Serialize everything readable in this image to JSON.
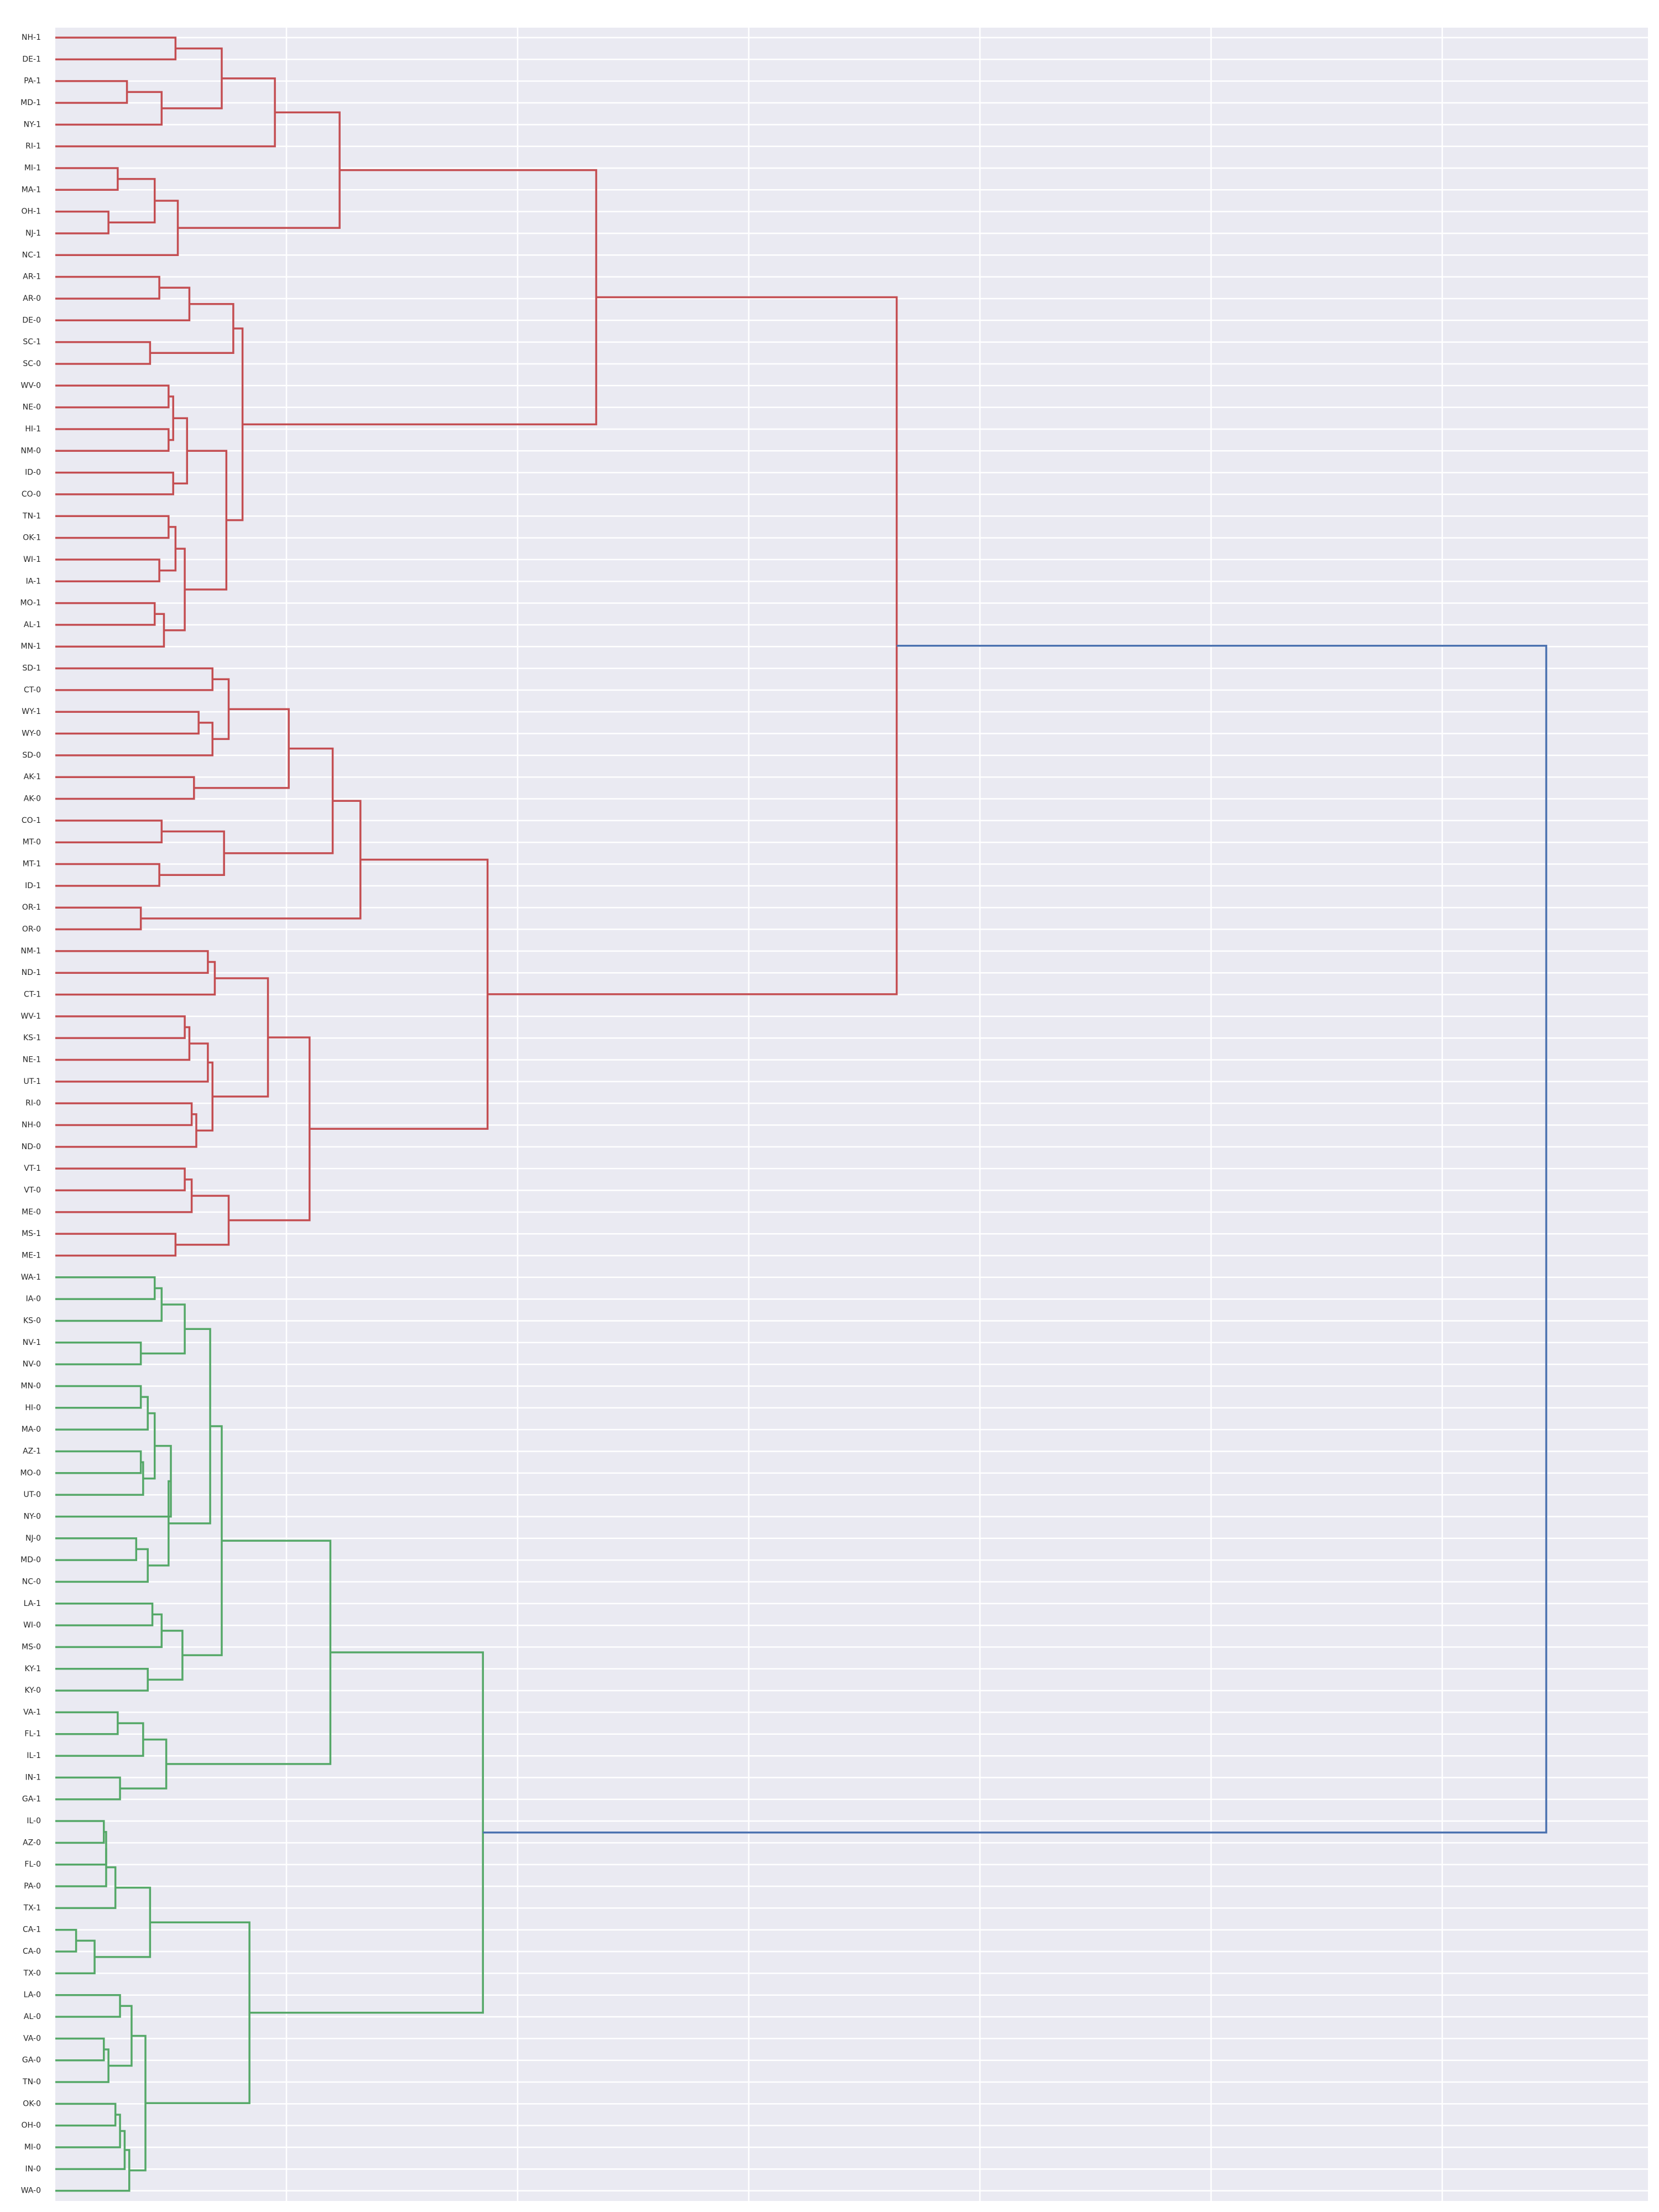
{
  "chart_data": {
    "type": "dendrogram",
    "orientation": "left",
    "title": "",
    "xlabel": "",
    "ylabel": "",
    "grid": true,
    "style": "seaborn-darkgrid",
    "colors": {
      "cluster_1": "#c44e52",
      "cluster_2": "#55a868",
      "root": "#4c72b0",
      "background": "#eaeaf2",
      "grid": "#ffffff"
    },
    "xlim": [
      0,
      6.9
    ],
    "labels": [
      "NH-1",
      "DE-1",
      "PA-1",
      "MD-1",
      "NY-1",
      "RI-1",
      "MI-1",
      "MA-1",
      "OH-1",
      "NJ-1",
      "NC-1",
      "AR-1",
      "AR-0",
      "DE-0",
      "SC-1",
      "SC-0",
      "WV-0",
      "NE-0",
      "HI-1",
      "NM-0",
      "ID-0",
      "CO-0",
      "TN-1",
      "OK-1",
      "WI-1",
      "IA-1",
      "MO-1",
      "AL-1",
      "MN-1",
      "SD-1",
      "CT-0",
      "WY-1",
      "WY-0",
      "SD-0",
      "AK-1",
      "AK-0",
      "CO-1",
      "MT-0",
      "MT-1",
      "ID-1",
      "OR-1",
      "OR-0",
      "NM-1",
      "ND-1",
      "CT-1",
      "WV-1",
      "KS-1",
      "NE-1",
      "UT-1",
      "RI-0",
      "NH-0",
      "ND-0",
      "VT-1",
      "VT-0",
      "ME-0",
      "MS-1",
      "ME-1",
      "WA-1",
      "IA-0",
      "KS-0",
      "NV-1",
      "NV-0",
      "MN-0",
      "HI-0",
      "MA-0",
      "AZ-1",
      "MO-0",
      "UT-0",
      "NY-0",
      "NJ-0",
      "MD-0",
      "NC-0",
      "LA-1",
      "WI-0",
      "MS-0",
      "KY-1",
      "KY-0",
      "VA-1",
      "FL-1",
      "IL-1",
      "IN-1",
      "GA-1",
      "IL-0",
      "AZ-0",
      "FL-0",
      "PA-0",
      "TX-1",
      "CA-1",
      "CA-0",
      "TX-0",
      "LA-0",
      "AL-0",
      "VA-0",
      "GA-0",
      "TN-0",
      "OK-0",
      "OH-0",
      "MI-0",
      "IN-0",
      "WA-0"
    ],
    "linkage": [
      {
        "id": "n1",
        "left": "NH-1",
        "right": "DE-1",
        "height": 0.52,
        "color": "cluster_1"
      },
      {
        "id": "n2",
        "left": "PA-1",
        "right": "MD-1",
        "height": 0.31,
        "color": "cluster_1"
      },
      {
        "id": "n3",
        "left": "n2",
        "right": "NY-1",
        "height": 0.46,
        "color": "cluster_1"
      },
      {
        "id": "n4",
        "left": "n1",
        "right": "n3",
        "height": 0.72,
        "color": "cluster_1"
      },
      {
        "id": "n5",
        "left": "n4",
        "right": "RI-1",
        "height": 0.95,
        "color": "cluster_1"
      },
      {
        "id": "n6",
        "left": "MI-1",
        "right": "MA-1",
        "height": 0.27,
        "color": "cluster_1"
      },
      {
        "id": "n7",
        "left": "OH-1",
        "right": "NJ-1",
        "height": 0.23,
        "color": "cluster_1"
      },
      {
        "id": "n8",
        "left": "n6",
        "right": "n7",
        "height": 0.43,
        "color": "cluster_1"
      },
      {
        "id": "n9",
        "left": "n8",
        "right": "NC-1",
        "height": 0.53,
        "color": "cluster_1"
      },
      {
        "id": "n10",
        "left": "n5",
        "right": "n9",
        "height": 1.23,
        "color": "cluster_1"
      },
      {
        "id": "n11",
        "left": "AR-1",
        "right": "AR-0",
        "height": 0.45,
        "color": "cluster_1"
      },
      {
        "id": "n12",
        "left": "n11",
        "right": "DE-0",
        "height": 0.58,
        "color": "cluster_1"
      },
      {
        "id": "n13",
        "left": "SC-1",
        "right": "SC-0",
        "height": 0.41,
        "color": "cluster_1"
      },
      {
        "id": "n14",
        "left": "n12",
        "right": "n13",
        "height": 0.77,
        "color": "cluster_1"
      },
      {
        "id": "n15",
        "left": "WV-0",
        "right": "NE-0",
        "height": 0.49,
        "color": "cluster_1"
      },
      {
        "id": "n16",
        "left": "HI-1",
        "right": "NM-0",
        "height": 0.49,
        "color": "cluster_1"
      },
      {
        "id": "n17",
        "left": "n15",
        "right": "n16",
        "height": 0.51,
        "color": "cluster_1"
      },
      {
        "id": "n18",
        "left": "ID-0",
        "right": "CO-0",
        "height": 0.51,
        "color": "cluster_1"
      },
      {
        "id": "n19",
        "left": "n17",
        "right": "n18",
        "height": 0.57,
        "color": "cluster_1"
      },
      {
        "id": "n20",
        "left": "TN-1",
        "right": "OK-1",
        "height": 0.49,
        "color": "cluster_1"
      },
      {
        "id": "n21",
        "left": "WI-1",
        "right": "IA-1",
        "height": 0.45,
        "color": "cluster_1"
      },
      {
        "id": "n22",
        "left": "n20",
        "right": "n21",
        "height": 0.52,
        "color": "cluster_1"
      },
      {
        "id": "n23",
        "left": "MO-1",
        "right": "AL-1",
        "height": 0.43,
        "color": "cluster_1"
      },
      {
        "id": "n24",
        "left": "n23",
        "right": "MN-1",
        "height": 0.47,
        "color": "cluster_1"
      },
      {
        "id": "n25",
        "left": "n22",
        "right": "n24",
        "height": 0.56,
        "color": "cluster_1"
      },
      {
        "id": "n26",
        "left": "n19",
        "right": "n25",
        "height": 0.74,
        "color": "cluster_1"
      },
      {
        "id": "n27",
        "left": "n14",
        "right": "n26",
        "height": 0.81,
        "color": "cluster_1"
      },
      {
        "id": "n28",
        "left": "n10",
        "right": "n27",
        "height": 2.34,
        "color": "cluster_1"
      },
      {
        "id": "n29",
        "left": "SD-1",
        "right": "CT-0",
        "height": 0.68,
        "color": "cluster_1"
      },
      {
        "id": "n30",
        "left": "WY-1",
        "right": "WY-0",
        "height": 0.62,
        "color": "cluster_1"
      },
      {
        "id": "n31",
        "left": "n30",
        "right": "SD-0",
        "height": 0.68,
        "color": "cluster_1"
      },
      {
        "id": "n32",
        "left": "n29",
        "right": "n31",
        "height": 0.75,
        "color": "cluster_1"
      },
      {
        "id": "n33",
        "left": "AK-1",
        "right": "AK-0",
        "height": 0.6,
        "color": "cluster_1"
      },
      {
        "id": "n34",
        "left": "n32",
        "right": "n33",
        "height": 1.01,
        "color": "cluster_1"
      },
      {
        "id": "n35",
        "left": "CO-1",
        "right": "MT-0",
        "height": 0.46,
        "color": "cluster_1"
      },
      {
        "id": "n36",
        "left": "MT-1",
        "right": "ID-1",
        "height": 0.45,
        "color": "cluster_1"
      },
      {
        "id": "n37",
        "left": "n35",
        "right": "n36",
        "height": 0.73,
        "color": "cluster_1"
      },
      {
        "id": "n38",
        "left": "n34",
        "right": "n37",
        "height": 1.2,
        "color": "cluster_1"
      },
      {
        "id": "n39",
        "left": "OR-1",
        "right": "OR-0",
        "height": 0.37,
        "color": "cluster_1"
      },
      {
        "id": "n40",
        "left": "n38",
        "right": "n39",
        "height": 1.32,
        "color": "cluster_1"
      },
      {
        "id": "n41",
        "left": "NM-1",
        "right": "ND-1",
        "height": 0.66,
        "color": "cluster_1"
      },
      {
        "id": "n42",
        "left": "n41",
        "right": "CT-1",
        "height": 0.69,
        "color": "cluster_1"
      },
      {
        "id": "n43",
        "left": "WV-1",
        "right": "KS-1",
        "height": 0.56,
        "color": "cluster_1"
      },
      {
        "id": "n44",
        "left": "n43",
        "right": "NE-1",
        "height": 0.58,
        "color": "cluster_1"
      },
      {
        "id": "n45",
        "left": "n44",
        "right": "UT-1",
        "height": 0.66,
        "color": "cluster_1"
      },
      {
        "id": "n46",
        "left": "RI-0",
        "right": "NH-0",
        "height": 0.59,
        "color": "cluster_1"
      },
      {
        "id": "n47",
        "left": "n46",
        "right": "ND-0",
        "height": 0.61,
        "color": "cluster_1"
      },
      {
        "id": "n48",
        "left": "n45",
        "right": "n47",
        "height": 0.68,
        "color": "cluster_1"
      },
      {
        "id": "n49",
        "left": "n42",
        "right": "n48",
        "height": 0.92,
        "color": "cluster_1"
      },
      {
        "id": "n50",
        "left": "VT-1",
        "right": "VT-0",
        "height": 0.56,
        "color": "cluster_1"
      },
      {
        "id": "n51",
        "left": "n50",
        "right": "ME-0",
        "height": 0.59,
        "color": "cluster_1"
      },
      {
        "id": "n52",
        "left": "MS-1",
        "right": "ME-1",
        "height": 0.52,
        "color": "cluster_1"
      },
      {
        "id": "n53",
        "left": "n51",
        "right": "n52",
        "height": 0.75,
        "color": "cluster_1"
      },
      {
        "id": "n54",
        "left": "n49",
        "right": "n53",
        "height": 1.1,
        "color": "cluster_1"
      },
      {
        "id": "n55",
        "left": "n40",
        "right": "n54",
        "height": 1.87,
        "color": "cluster_1"
      },
      {
        "id": "n56",
        "left": "n28",
        "right": "n55",
        "height": 3.64,
        "color": "cluster_1"
      },
      {
        "id": "n57",
        "left": "WA-1",
        "right": "IA-0",
        "height": 0.43,
        "color": "cluster_2"
      },
      {
        "id": "n58",
        "left": "n57",
        "right": "KS-0",
        "height": 0.46,
        "color": "cluster_2"
      },
      {
        "id": "n59",
        "left": "NV-1",
        "right": "NV-0",
        "height": 0.37,
        "color": "cluster_2"
      },
      {
        "id": "n60",
        "left": "n58",
        "right": "n59",
        "height": 0.56,
        "color": "cluster_2"
      },
      {
        "id": "n61",
        "left": "MN-0",
        "right": "HI-0",
        "height": 0.37,
        "color": "cluster_2"
      },
      {
        "id": "n62",
        "left": "n61",
        "right": "MA-0",
        "height": 0.4,
        "color": "cluster_2"
      },
      {
        "id": "n63",
        "left": "AZ-1",
        "right": "MO-0",
        "height": 0.37,
        "color": "cluster_2"
      },
      {
        "id": "n64",
        "left": "n63",
        "right": "UT-0",
        "height": 0.38,
        "color": "cluster_2"
      },
      {
        "id": "n65",
        "left": "n62",
        "right": "n64",
        "height": 0.43,
        "color": "cluster_2"
      },
      {
        "id": "n66",
        "left": "n65",
        "right": "NY-0",
        "height": 0.5,
        "color": "cluster_2"
      },
      {
        "id": "n67",
        "left": "NJ-0",
        "right": "MD-0",
        "height": 0.35,
        "color": "cluster_2"
      },
      {
        "id": "n68",
        "left": "n67",
        "right": "NC-0",
        "height": 0.4,
        "color": "cluster_2"
      },
      {
        "id": "n69",
        "left": "n66",
        "right": "n68",
        "height": 0.49,
        "color": "cluster_2"
      },
      {
        "id": "n70",
        "left": "n60",
        "right": "n69",
        "height": 0.67,
        "color": "cluster_2"
      },
      {
        "id": "n71",
        "left": "LA-1",
        "right": "WI-0",
        "height": 0.42,
        "color": "cluster_2"
      },
      {
        "id": "n72",
        "left": "n71",
        "right": "MS-0",
        "height": 0.46,
        "color": "cluster_2"
      },
      {
        "id": "n73",
        "left": "KY-1",
        "right": "KY-0",
        "height": 0.4,
        "color": "cluster_2"
      },
      {
        "id": "n74",
        "left": "n72",
        "right": "n73",
        "height": 0.55,
        "color": "cluster_2"
      },
      {
        "id": "n75",
        "left": "n70",
        "right": "n74",
        "height": 0.72,
        "color": "cluster_2"
      },
      {
        "id": "n76",
        "left": "VA-1",
        "right": "FL-1",
        "height": 0.27,
        "color": "cluster_2"
      },
      {
        "id": "n77",
        "left": "n76",
        "right": "IL-1",
        "height": 0.38,
        "color": "cluster_2"
      },
      {
        "id": "n78",
        "left": "IN-1",
        "right": "GA-1",
        "height": 0.28,
        "color": "cluster_2"
      },
      {
        "id": "n79",
        "left": "n77",
        "right": "n78",
        "height": 0.48,
        "color": "cluster_2"
      },
      {
        "id": "n80",
        "left": "n75",
        "right": "n79",
        "height": 1.19,
        "color": "cluster_2"
      },
      {
        "id": "n81",
        "left": "IL-0",
        "right": "AZ-0",
        "height": 0.21,
        "color": "cluster_2"
      },
      {
        "id": "n82",
        "left": "n81",
        "right": "FL-0",
        "height": 0.22,
        "color": "cluster_2"
      },
      {
        "id": "n83",
        "left": "n82",
        "right": "PA-0",
        "height": 0.22,
        "color": "cluster_2"
      },
      {
        "id": "n84",
        "left": "n83",
        "right": "TX-1",
        "height": 0.26,
        "color": "cluster_2"
      },
      {
        "id": "n85",
        "left": "CA-1",
        "right": "CA-0",
        "height": 0.09,
        "color": "cluster_2"
      },
      {
        "id": "n86",
        "left": "n85",
        "right": "TX-0",
        "height": 0.17,
        "color": "cluster_2"
      },
      {
        "id": "n87",
        "left": "n84",
        "right": "n86",
        "height": 0.41,
        "color": "cluster_2"
      },
      {
        "id": "n88",
        "left": "LA-0",
        "right": "AL-0",
        "height": 0.28,
        "color": "cluster_2"
      },
      {
        "id": "n89",
        "left": "VA-0",
        "right": "GA-0",
        "height": 0.21,
        "color": "cluster_2"
      },
      {
        "id": "n90",
        "left": "n89",
        "right": "TN-0",
        "height": 0.23,
        "color": "cluster_2"
      },
      {
        "id": "n91",
        "left": "n88",
        "right": "n90",
        "height": 0.33,
        "color": "cluster_2"
      },
      {
        "id": "n92",
        "left": "OK-0",
        "right": "OH-0",
        "height": 0.26,
        "color": "cluster_2"
      },
      {
        "id": "n93",
        "left": "n92",
        "right": "MI-0",
        "height": 0.28,
        "color": "cluster_2"
      },
      {
        "id": "n94",
        "left": "n93",
        "right": "IN-0",
        "height": 0.3,
        "color": "cluster_2"
      },
      {
        "id": "n95",
        "left": "n94",
        "right": "WA-0",
        "height": 0.32,
        "color": "cluster_2"
      },
      {
        "id": "n96",
        "left": "n91",
        "right": "n95",
        "height": 0.39,
        "color": "cluster_2"
      },
      {
        "id": "n97",
        "left": "n87",
        "right": "n96",
        "height": 0.84,
        "color": "cluster_2"
      },
      {
        "id": "n98",
        "left": "n80",
        "right": "n97",
        "height": 1.85,
        "color": "cluster_2"
      },
      {
        "id": "n99",
        "left": "n56",
        "right": "n98",
        "height": 6.45,
        "color": "root"
      }
    ]
  }
}
